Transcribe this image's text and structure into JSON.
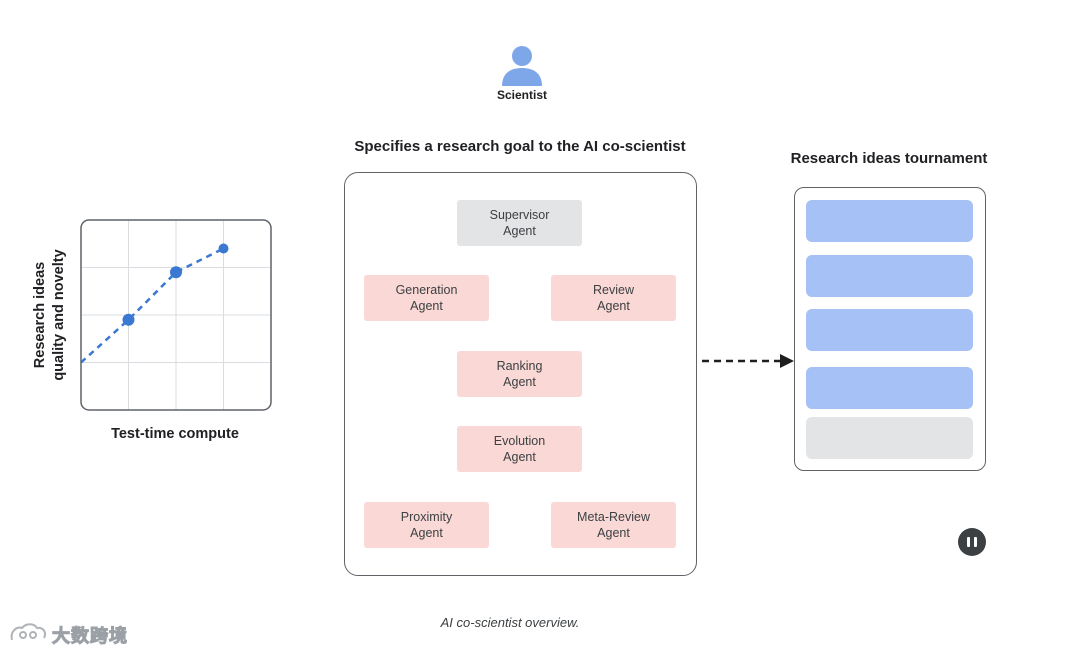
{
  "scientist": {
    "label": "Scientist",
    "icon": "person-icon"
  },
  "goal_title": "Specifies a research goal to the AI co-scientist",
  "agents": [
    {
      "label": "Supervisor\nAgent",
      "color": "#e3e4e6"
    },
    {
      "label": "Generation\nAgent",
      "color": "#fad8d6"
    },
    {
      "label": "Review\nAgent",
      "color": "#fad8d6"
    },
    {
      "label": "Ranking\nAgent",
      "color": "#fad8d6"
    },
    {
      "label": "Evolution\nAgent",
      "color": "#fad8d6"
    },
    {
      "label": "Proximity\nAgent",
      "color": "#fad8d6"
    },
    {
      "label": "Meta-Review\nAgent",
      "color": "#fad8d6"
    }
  ],
  "tournament": {
    "title": "Research ideas tournament",
    "rows": [
      {
        "state": "highlighted",
        "color": "#a5c1f5"
      },
      {
        "state": "highlighted",
        "color": "#a5c1f5"
      },
      {
        "state": "highlighted",
        "color": "#a5c1f5"
      },
      {
        "state": "highlighted",
        "color": "#a5c1f5"
      },
      {
        "state": "pending",
        "color": "#e3e4e6"
      }
    ]
  },
  "chart_data": {
    "type": "line",
    "xlabel": "Test-time compute",
    "ylabel": [
      "Research ideas",
      "quality and novelty"
    ],
    "xlim": [
      0,
      4
    ],
    "ylim": [
      0,
      4
    ],
    "grid": true,
    "ticks_labeled": false,
    "series": [
      {
        "style": "dashed",
        "color": "#3a78d1",
        "x": [
          0,
          1,
          2,
          3
        ],
        "y": [
          1.0,
          1.9,
          2.9,
          3.4
        ]
      }
    ],
    "markers": {
      "x": [
        1,
        2,
        3
      ],
      "y": [
        1.9,
        2.9,
        3.4
      ]
    }
  },
  "flow_arrow": {
    "style": "dashed",
    "color": "#1f1f1f"
  },
  "pause_button": {
    "icon": "pause-icon",
    "color": "#3c4043"
  },
  "caption": "AI co-scientist overview.",
  "watermark": {
    "text": "大数跨境",
    "icon": "watermark-logo-icon"
  }
}
